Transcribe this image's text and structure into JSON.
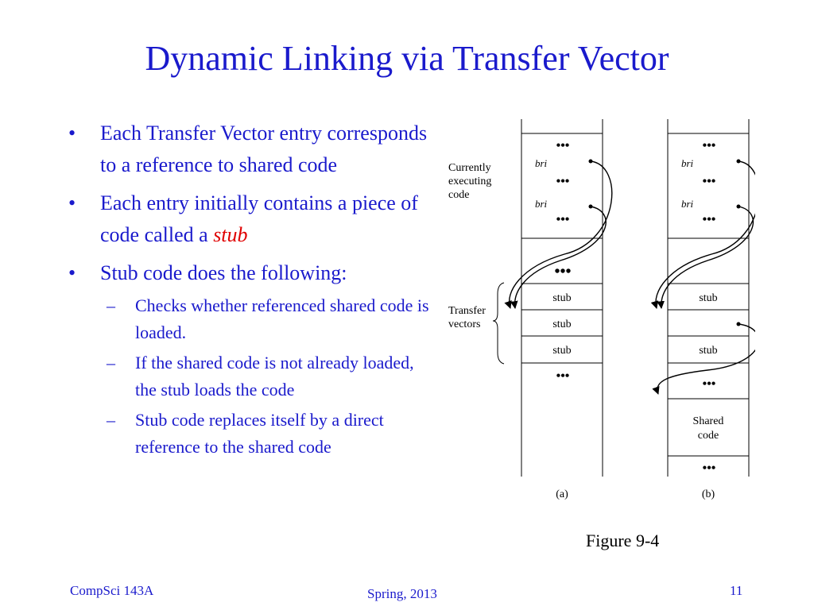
{
  "title": "Dynamic Linking via Transfer Vector",
  "bullets": [
    {
      "text": "Each Transfer Vector entry corresponds to a reference to shared code"
    },
    {
      "text": "Each entry initially contains a piece of code called a ",
      "emph": "stub"
    },
    {
      "text": "Stub code does the following:",
      "sub": [
        "Checks whether referenced shared code is loaded.",
        "If the shared code is not already loaded, the stub loads the code",
        "Stub code replaces itself by a direct reference to the shared code"
      ]
    }
  ],
  "bullet_symbol": "•",
  "dash_symbol": "–",
  "diagram": {
    "label_current": [
      "Currently",
      "executing",
      "code"
    ],
    "label_transfer": [
      "Transfer",
      "vectors"
    ],
    "dots": "•••",
    "bri": "bri",
    "stub": "stub",
    "shared": [
      "Shared",
      "code"
    ],
    "caption_a": "(a)",
    "caption_b": "(b)"
  },
  "figure_caption": "Figure 9-4",
  "footer": {
    "left": "CompSci 143A",
    "center": "Spring, 2013",
    "right": "11"
  },
  "colors": {
    "title": "#1a1acc",
    "emphasis": "#e00000"
  }
}
